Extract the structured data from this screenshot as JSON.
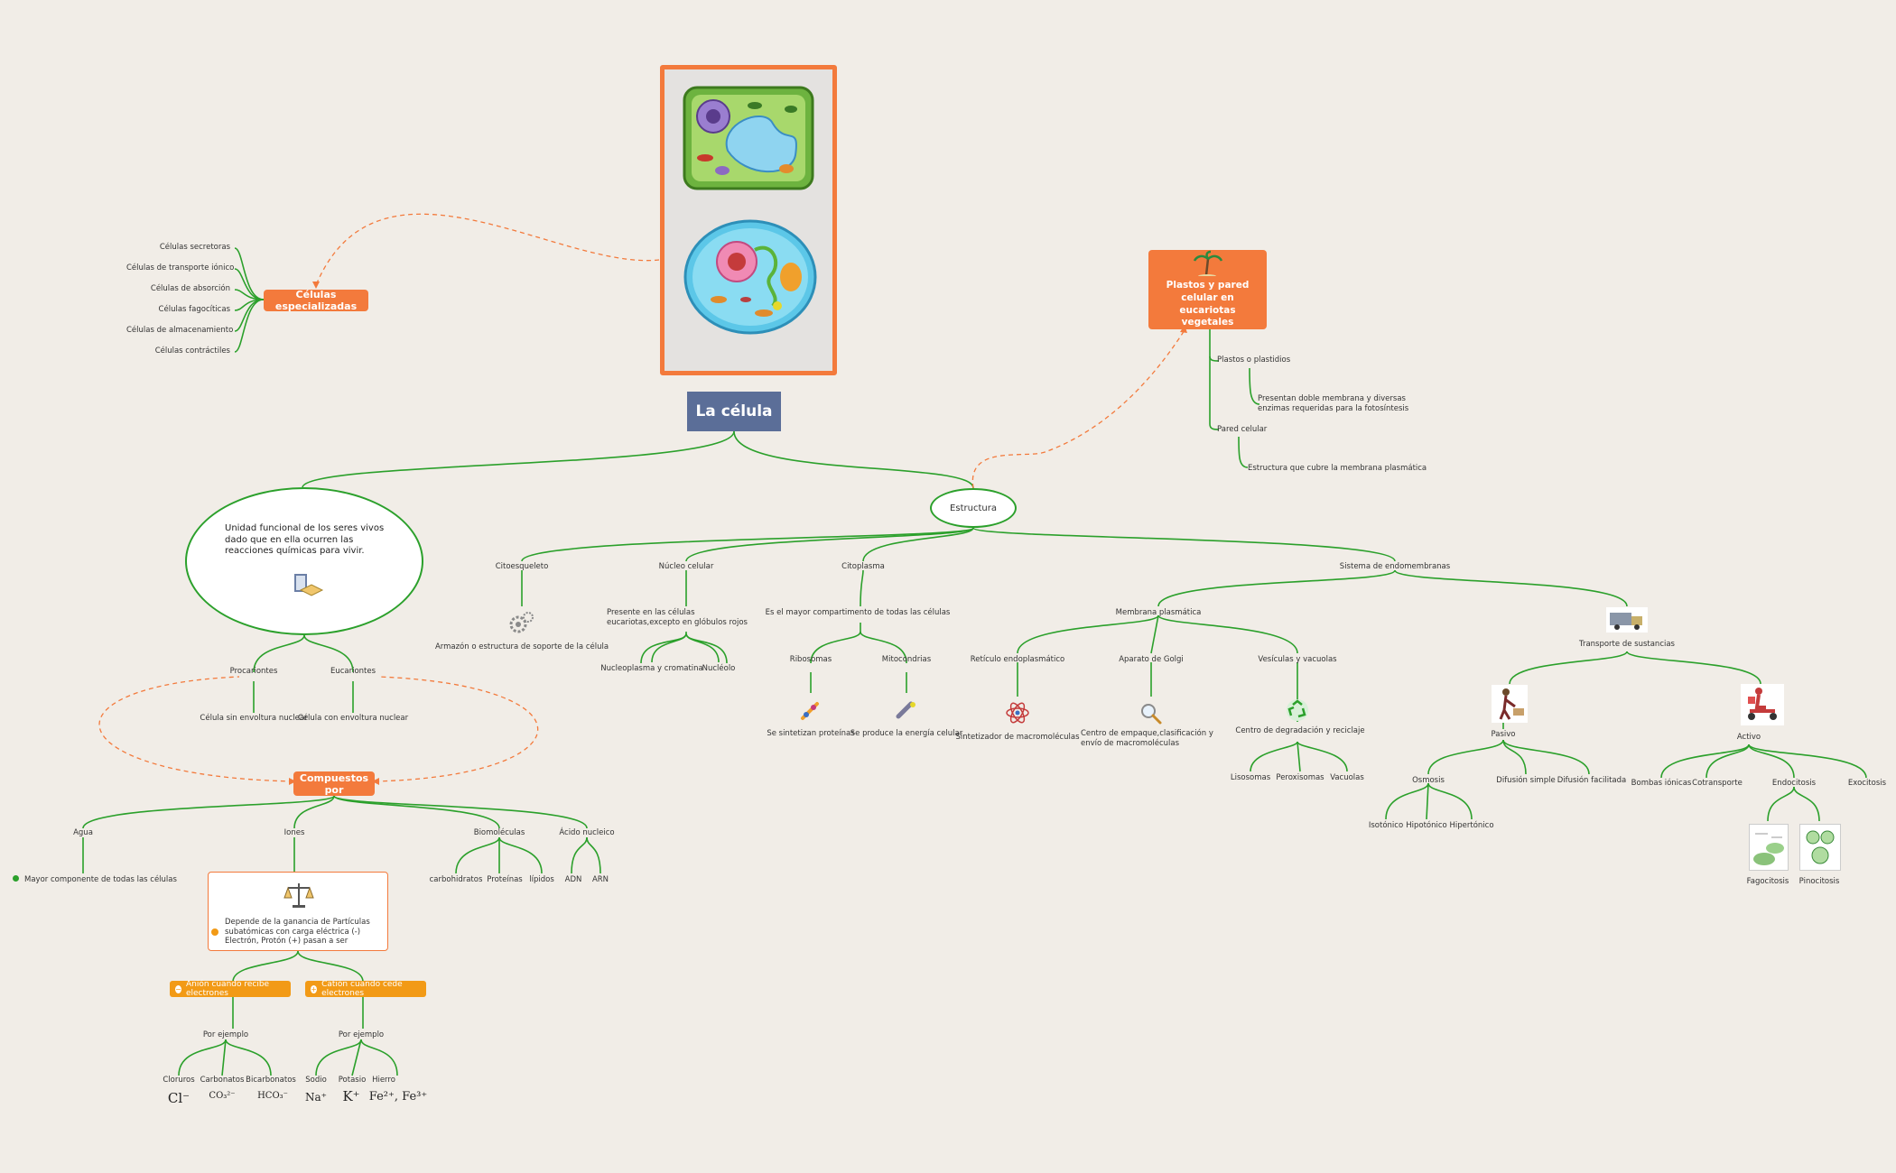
{
  "title": "La célula",
  "definition": "Unidad funcional de los seres vivos dado que en ella ocurren las reacciones químicas para vivir.",
  "estructura": "Estructura",
  "especializadas": {
    "label": "Células especializadas",
    "items": [
      "Células secretoras",
      "Células de transporte iónico",
      "Células de absorción",
      "Células fagocíticas",
      "Células de almacenamiento",
      "Células contráctiles"
    ]
  },
  "plastos": {
    "label": "Plastos y pared celular en eucariotas vegetales",
    "plastos_label": "Plastos o plastidios",
    "plastos_desc": "Presentan doble membrana y diversas enzimas requeridas para la fotosíntesis",
    "pared_label": "Pared celular",
    "pared_desc": "Estructura que cubre la membrana plasmática"
  },
  "tipos": {
    "procariontes": "Procariontes",
    "procariontes_desc": "Célula sin envoltura nuclear",
    "eucariontes": "Eucariontes",
    "eucariontes_desc": "Célula con envoltura nuclear"
  },
  "compuestos": {
    "label": "Compuestos por",
    "agua": "Agua",
    "agua_desc": "Mayor componente de todas las células",
    "iones": "Iones",
    "iones_desc": "Depende de la ganancia de Partículas subatómicas con carga eléctrica (-) Electrón, Protón (+) pasan a ser",
    "biomoleculas": "Biomoléculas",
    "bio_items": [
      "carbohidratos",
      "Proteínas",
      "lípidos"
    ],
    "acido": "Ácido nucleico",
    "acido_items": [
      "ADN",
      "ARN"
    ],
    "anion": "Anión cuando recibe electrones",
    "cation": "Catión cuando cede electrones",
    "por_ejemplo": "Por ejemplo",
    "anion_examples": [
      "Cloruros",
      "Carbonatos",
      "Bicarbonatos"
    ],
    "anion_formulas": [
      "Cl⁻",
      "CO₃²⁻",
      "HCO₃⁻"
    ],
    "cation_examples": [
      "Sodio",
      "Potasio",
      "Hierro"
    ],
    "cation_formulas": [
      "Na⁺",
      "K⁺",
      "Fe²⁺, Fe³⁺"
    ]
  },
  "estructura_items": {
    "citoesqueleto": "Citoesqueleto",
    "citoesqueleto_desc": "Armazón o estructura de soporte de la célula",
    "nucleo": "Núcleo celular",
    "nucleo_desc": "Presente en las células eucariotas,excepto en glóbulos rojos",
    "nucleo_items": [
      "Nucleoplasma y cromatina",
      "Nucléolo"
    ],
    "citoplasma": "Citoplasma",
    "citoplasma_desc": "Es el mayor compartimento de todas las células",
    "ribosomas": "Ribosomas",
    "ribosomas_desc": "Se sintetizan proteínas",
    "mitocondrias": "Mitocondrias",
    "mitocondrias_desc": "Se produce la energía celular",
    "endomembranas": "Sistema de endomembranas",
    "membrana": "Membrana plasmática",
    "reticulo": "Retículo endoplasmático",
    "reticulo_desc": "Sintetizador de macromoléculas",
    "golgi": "Aparato de Golgi",
    "golgi_desc": "Centro de empaque,clasificación y envío de macromoléculas",
    "vesiculas": "Vesículas y vacuolas",
    "vesiculas_desc": "Centro de degradación y reciclaje",
    "vesiculas_items": [
      "Lisosomas",
      "Peroxisomas",
      "Vacuolas"
    ],
    "transporte": "Transporte de sustancias",
    "pasivo": "Pasivo",
    "pasivo_items": [
      "Osmosis",
      "Difusión simple",
      "Difusión facilitada"
    ],
    "osmosis_items": [
      "Isotónico",
      "Hipotónico",
      "Hipertónico"
    ],
    "activo": "Activo",
    "activo_items": [
      "Bombas iónicas",
      "Cotransporte",
      "Endocitosis",
      "Exocitosis"
    ],
    "endo_items": [
      "Fagocitosis",
      "Pinocitosis"
    ]
  },
  "colors": {
    "orange": "#f37a3c",
    "green": "#2ba02b",
    "navy": "#5b6e98",
    "amber": "#f29a16"
  }
}
